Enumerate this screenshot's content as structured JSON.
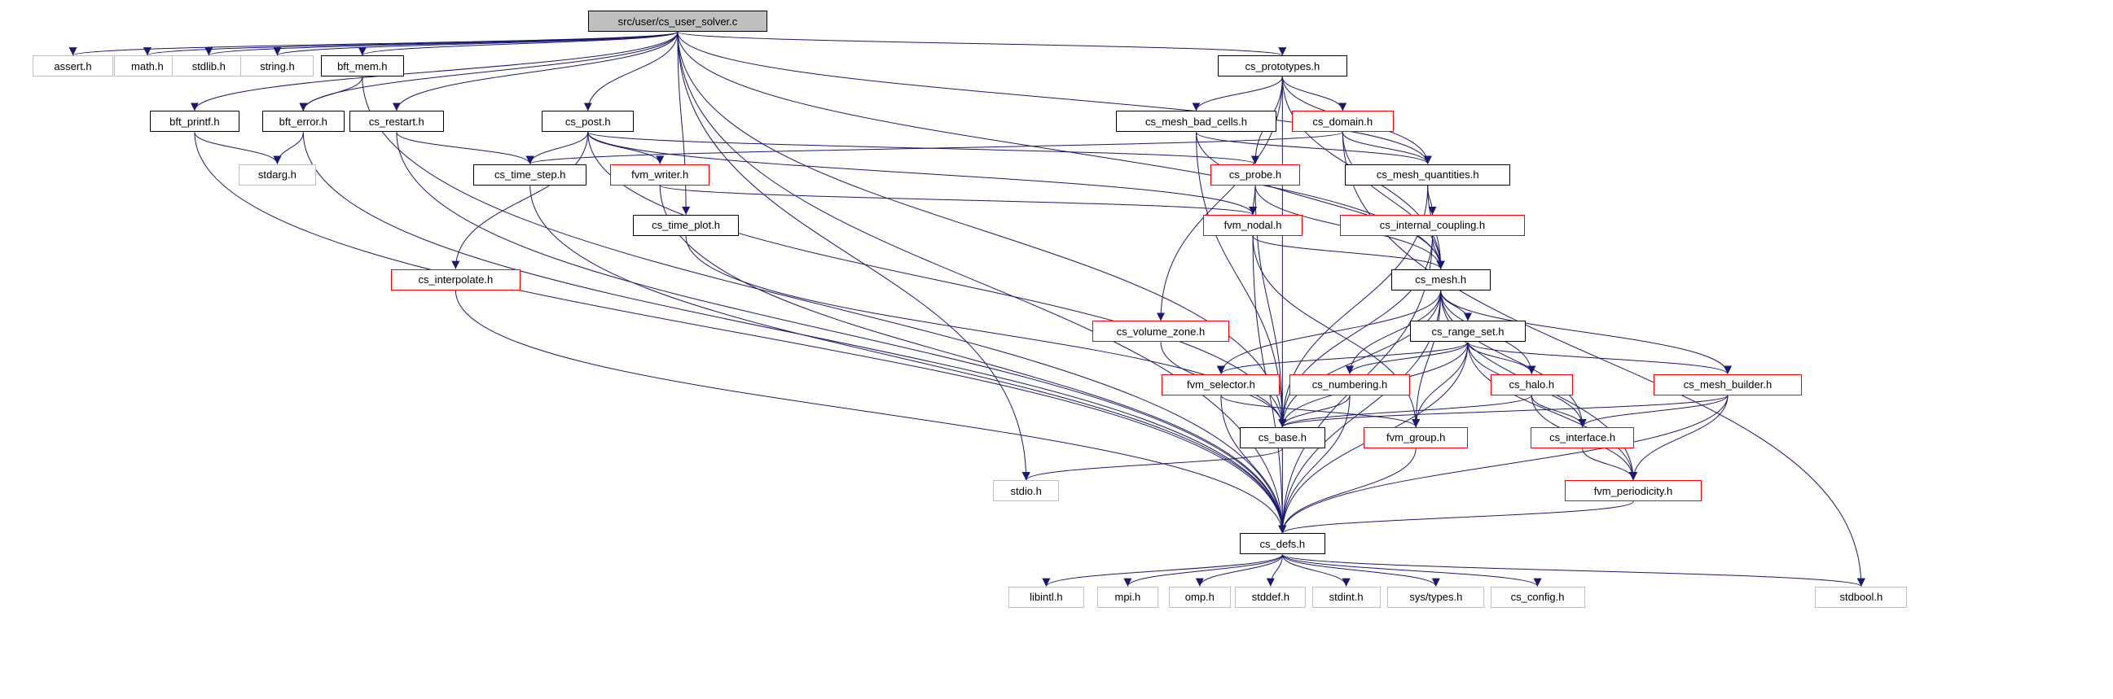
{
  "nodes": {
    "cs_user_solver_c": {
      "label": "src/user/cs_user_solver.c",
      "style": "root"
    },
    "assert_h": {
      "label": "assert.h",
      "style": "ext"
    },
    "math_h": {
      "label": "math.h",
      "style": "ext"
    },
    "stdlib_h": {
      "label": "stdlib.h",
      "style": "ext"
    },
    "string_h": {
      "label": "string.h",
      "style": "ext"
    },
    "bft_mem_h": {
      "label": "bft_mem.h",
      "style": "link"
    },
    "bft_printf_h": {
      "label": "bft_printf.h",
      "style": "link"
    },
    "bft_error_h": {
      "label": "bft_error.h",
      "style": "link"
    },
    "stdarg_h": {
      "label": "stdarg.h",
      "style": "ext"
    },
    "cs_restart_h": {
      "label": "cs_restart.h",
      "style": "link"
    },
    "cs_post_h": {
      "label": "cs_post.h",
      "style": "link"
    },
    "cs_time_step_h": {
      "label": "cs_time_step.h",
      "style": "link"
    },
    "fvm_writer_h": {
      "label": "fvm_writer.h",
      "style": "red"
    },
    "cs_time_plot_h": {
      "label": "cs_time_plot.h",
      "style": "link"
    },
    "cs_interpolate_h": {
      "label": "cs_interpolate.h",
      "style": "red"
    },
    "cs_prototypes_h": {
      "label": "cs_prototypes.h",
      "style": "link"
    },
    "cs_mesh_bad_cells_h": {
      "label": "cs_mesh_bad_cells.h",
      "style": "link"
    },
    "cs_domain_h": {
      "label": "cs_domain.h",
      "style": "red"
    },
    "cs_probe_h": {
      "label": "cs_probe.h",
      "style": "red"
    },
    "fvm_nodal_h": {
      "label": "fvm_nodal.h",
      "style": "red"
    },
    "cs_mesh_quantities_h": {
      "label": "cs_mesh_quantities.h",
      "style": "link"
    },
    "cs_internal_coupling_h": {
      "label": "cs_internal_coupling.h",
      "style": "red"
    },
    "cs_volume_zone_h": {
      "label": "cs_volume_zone.h",
      "style": "red"
    },
    "cs_mesh_h": {
      "label": "cs_mesh.h",
      "style": "link"
    },
    "cs_range_set_h": {
      "label": "cs_range_set.h",
      "style": "link"
    },
    "fvm_selector_h": {
      "label": "fvm_selector.h",
      "style": "red"
    },
    "cs_numbering_h": {
      "label": "cs_numbering.h",
      "style": "red"
    },
    "cs_halo_h": {
      "label": "cs_halo.h",
      "style": "red"
    },
    "cs_mesh_builder_h": {
      "label": "cs_mesh_builder.h",
      "style": "red"
    },
    "cs_base_h": {
      "label": "cs_base.h",
      "style": "link"
    },
    "fvm_group_h": {
      "label": "fvm_group.h",
      "style": "red"
    },
    "cs_interface_h": {
      "label": "cs_interface.h",
      "style": "red"
    },
    "fvm_periodicity_h": {
      "label": "fvm_periodicity.h",
      "style": "red"
    },
    "stdio_h": {
      "label": "stdio.h",
      "style": "ext"
    },
    "cs_defs_h": {
      "label": "cs_defs.h",
      "style": "link"
    },
    "libintl_h": {
      "label": "libintl.h",
      "style": "ext"
    },
    "mpi_h": {
      "label": "mpi.h",
      "style": "ext"
    },
    "omp_h": {
      "label": "omp.h",
      "style": "ext"
    },
    "stddef_h": {
      "label": "stddef.h",
      "style": "ext"
    },
    "stdint_h": {
      "label": "stdint.h",
      "style": "ext"
    },
    "sys_types_h": {
      "label": "sys/types.h",
      "style": "ext"
    },
    "cs_config_h": {
      "label": "cs_config.h",
      "style": "ext"
    },
    "stdbool_h": {
      "label": "stdbool.h",
      "style": "ext"
    }
  },
  "edges": [
    [
      "cs_user_solver_c",
      "assert_h"
    ],
    [
      "cs_user_solver_c",
      "math_h"
    ],
    [
      "cs_user_solver_c",
      "stdlib_h"
    ],
    [
      "cs_user_solver_c",
      "string_h"
    ],
    [
      "cs_user_solver_c",
      "bft_mem_h"
    ],
    [
      "cs_user_solver_c",
      "bft_printf_h"
    ],
    [
      "cs_user_solver_c",
      "bft_error_h"
    ],
    [
      "cs_user_solver_c",
      "cs_restart_h"
    ],
    [
      "cs_user_solver_c",
      "cs_post_h"
    ],
    [
      "cs_user_solver_c",
      "cs_time_plot_h"
    ],
    [
      "cs_user_solver_c",
      "cs_prototypes_h"
    ],
    [
      "cs_user_solver_c",
      "cs_mesh_quantities_h"
    ],
    [
      "cs_user_solver_c",
      "cs_mesh_h"
    ],
    [
      "cs_user_solver_c",
      "cs_base_h"
    ],
    [
      "cs_user_solver_c",
      "stdio_h"
    ],
    [
      "cs_user_solver_c",
      "cs_defs_h"
    ],
    [
      "bft_mem_h",
      "bft_error_h"
    ],
    [
      "bft_mem_h",
      "cs_defs_h"
    ],
    [
      "bft_printf_h",
      "stdarg_h"
    ],
    [
      "bft_printf_h",
      "cs_defs_h"
    ],
    [
      "bft_error_h",
      "stdarg_h"
    ],
    [
      "bft_error_h",
      "cs_defs_h"
    ],
    [
      "cs_restart_h",
      "cs_time_step_h"
    ],
    [
      "cs_restart_h",
      "cs_defs_h"
    ],
    [
      "cs_post_h",
      "cs_time_step_h"
    ],
    [
      "cs_post_h",
      "fvm_writer_h"
    ],
    [
      "cs_post_h",
      "cs_interpolate_h"
    ],
    [
      "cs_post_h",
      "cs_probe_h"
    ],
    [
      "cs_post_h",
      "fvm_nodal_h"
    ],
    [
      "cs_post_h",
      "cs_base_h"
    ],
    [
      "cs_time_step_h",
      "cs_defs_h"
    ],
    [
      "fvm_writer_h",
      "fvm_nodal_h"
    ],
    [
      "fvm_writer_h",
      "cs_defs_h"
    ],
    [
      "cs_time_plot_h",
      "cs_base_h"
    ],
    [
      "cs_interpolate_h",
      "cs_defs_h"
    ],
    [
      "cs_prototypes_h",
      "cs_mesh_bad_cells_h"
    ],
    [
      "cs_prototypes_h",
      "cs_domain_h"
    ],
    [
      "cs_prototypes_h",
      "cs_probe_h"
    ],
    [
      "cs_prototypes_h",
      "cs_volume_zone_h"
    ],
    [
      "cs_prototypes_h",
      "cs_mesh_quantities_h"
    ],
    [
      "cs_prototypes_h",
      "cs_mesh_h"
    ],
    [
      "cs_prototypes_h",
      "cs_base_h"
    ],
    [
      "cs_mesh_bad_cells_h",
      "cs_mesh_quantities_h"
    ],
    [
      "cs_mesh_bad_cells_h",
      "cs_mesh_h"
    ],
    [
      "cs_mesh_bad_cells_h",
      "cs_base_h"
    ],
    [
      "cs_domain_h",
      "cs_time_step_h"
    ],
    [
      "cs_domain_h",
      "cs_mesh_quantities_h"
    ],
    [
      "cs_domain_h",
      "cs_mesh_h"
    ],
    [
      "cs_domain_h",
      "stdbool_h"
    ],
    [
      "cs_probe_h",
      "fvm_nodal_h"
    ],
    [
      "cs_probe_h",
      "cs_mesh_h"
    ],
    [
      "cs_probe_h",
      "cs_base_h"
    ],
    [
      "fvm_nodal_h",
      "cs_mesh_h"
    ],
    [
      "fvm_nodal_h",
      "fvm_group_h"
    ],
    [
      "fvm_nodal_h",
      "cs_defs_h"
    ],
    [
      "cs_mesh_quantities_h",
      "cs_internal_coupling_h"
    ],
    [
      "cs_mesh_quantities_h",
      "cs_mesh_h"
    ],
    [
      "cs_mesh_quantities_h",
      "cs_base_h"
    ],
    [
      "cs_internal_coupling_h",
      "cs_mesh_h"
    ],
    [
      "cs_internal_coupling_h",
      "cs_base_h"
    ],
    [
      "cs_internal_coupling_h",
      "cs_defs_h"
    ],
    [
      "cs_volume_zone_h",
      "cs_base_h"
    ],
    [
      "cs_mesh_h",
      "cs_range_set_h"
    ],
    [
      "cs_mesh_h",
      "fvm_selector_h"
    ],
    [
      "cs_mesh_h",
      "cs_numbering_h"
    ],
    [
      "cs_mesh_h",
      "cs_halo_h"
    ],
    [
      "cs_mesh_h",
      "cs_mesh_builder_h"
    ],
    [
      "cs_mesh_h",
      "cs_interface_h"
    ],
    [
      "cs_mesh_h",
      "fvm_periodicity_h"
    ],
    [
      "cs_mesh_h",
      "fvm_group_h"
    ],
    [
      "cs_mesh_h",
      "cs_base_h"
    ],
    [
      "cs_mesh_h",
      "cs_defs_h"
    ],
    [
      "cs_range_set_h",
      "fvm_selector_h"
    ],
    [
      "cs_range_set_h",
      "cs_numbering_h"
    ],
    [
      "cs_range_set_h",
      "cs_halo_h"
    ],
    [
      "cs_range_set_h",
      "cs_mesh_builder_h"
    ],
    [
      "cs_range_set_h",
      "cs_interface_h"
    ],
    [
      "cs_range_set_h",
      "fvm_periodicity_h"
    ],
    [
      "cs_range_set_h",
      "fvm_group_h"
    ],
    [
      "cs_range_set_h",
      "cs_base_h"
    ],
    [
      "cs_range_set_h",
      "cs_defs_h"
    ],
    [
      "fvm_selector_h",
      "fvm_group_h"
    ],
    [
      "fvm_selector_h",
      "cs_defs_h"
    ],
    [
      "cs_numbering_h",
      "cs_base_h"
    ],
    [
      "cs_numbering_h",
      "cs_defs_h"
    ],
    [
      "cs_halo_h",
      "cs_interface_h"
    ],
    [
      "cs_halo_h",
      "fvm_periodicity_h"
    ],
    [
      "cs_halo_h",
      "cs_base_h"
    ],
    [
      "cs_mesh_builder_h",
      "cs_interface_h"
    ],
    [
      "cs_mesh_builder_h",
      "fvm_periodicity_h"
    ],
    [
      "cs_mesh_builder_h",
      "cs_base_h"
    ],
    [
      "cs_mesh_builder_h",
      "cs_defs_h"
    ],
    [
      "cs_base_h",
      "stdio_h"
    ],
    [
      "cs_base_h",
      "cs_defs_h"
    ],
    [
      "fvm_group_h",
      "cs_defs_h"
    ],
    [
      "cs_interface_h",
      "fvm_periodicity_h"
    ],
    [
      "fvm_periodicity_h",
      "cs_defs_h"
    ],
    [
      "cs_defs_h",
      "libintl_h"
    ],
    [
      "cs_defs_h",
      "mpi_h"
    ],
    [
      "cs_defs_h",
      "omp_h"
    ],
    [
      "cs_defs_h",
      "stddef_h"
    ],
    [
      "cs_defs_h",
      "stdint_h"
    ],
    [
      "cs_defs_h",
      "sys_types_h"
    ],
    [
      "cs_defs_h",
      "cs_config_h"
    ],
    [
      "cs_defs_h",
      "stdbool_h"
    ]
  ],
  "colors": {
    "edge": "#191970",
    "link_border": "#000000",
    "missing_border": "#ff0000",
    "external_border": "#bfbfbf",
    "root_fill": "#bfbfbf"
  }
}
